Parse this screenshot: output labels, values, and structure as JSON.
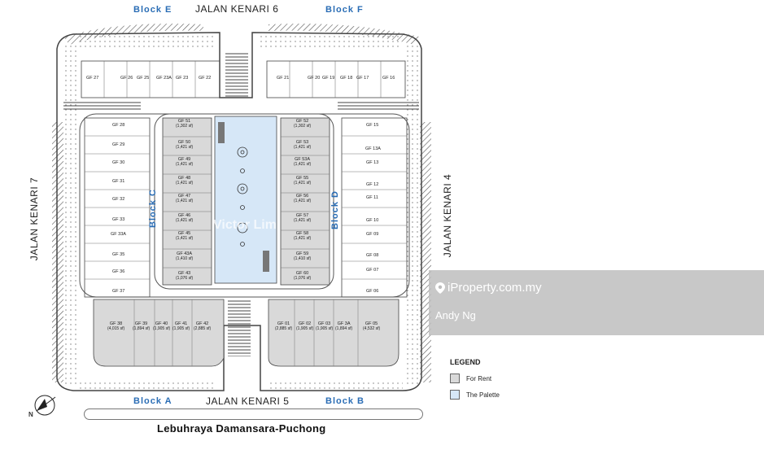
{
  "roads": {
    "north": "JALAN KENARI 6",
    "south": "JALAN KENARI 5",
    "west": "JALAN KENARI 7",
    "east": "JALAN KENARI 4",
    "highway": "Lebuhraya Damansara-Puchong"
  },
  "blocks": {
    "a": "Block A",
    "b": "Block B",
    "c": "Block C",
    "d": "Block D",
    "e": "Block E",
    "f": "Block F"
  },
  "north_arrow": "N",
  "legend": {
    "title": "LEGEND",
    "items": [
      {
        "label": "For Rent",
        "color": "#d9d9d9"
      },
      {
        "label": "The Palette",
        "color": "#d6e7f7"
      }
    ]
  },
  "watermark": {
    "brand": "iProperty.com.my",
    "agent": "Andy Ng",
    "center": "Victor Lim"
  },
  "units": {
    "top_left": [
      "GF 27",
      "GF 26",
      "GF 25",
      "GF 23A",
      "GF 23",
      "GF 22"
    ],
    "top_right": [
      "GF 21",
      "GF 20",
      "GF 19",
      "GF 18",
      "GF 17",
      "GF 16"
    ],
    "left_col": [
      "GF 28",
      "GF 29",
      "GF 30",
      "GF 31",
      "GF 32",
      "GF 33",
      "GF 33A",
      "GF 35",
      "GF 36",
      "GF 37"
    ],
    "right_col": [
      "GF 15",
      "GF 13A",
      "GF 13",
      "GF 12",
      "GF 11",
      "GF 10",
      "GF 09",
      "GF 08",
      "GF 07",
      "GF 06"
    ],
    "inner_left": [
      {
        "id": "GF 51",
        "sf": "(1,302 sf)"
      },
      {
        "id": "GF 50",
        "sf": "(1,421 sf)"
      },
      {
        "id": "GF 49",
        "sf": "(1,421 sf)"
      },
      {
        "id": "GF 48",
        "sf": "(1,421 sf)"
      },
      {
        "id": "GF 47",
        "sf": "(1,421 sf)"
      },
      {
        "id": "GF 46",
        "sf": "(1,421 sf)"
      },
      {
        "id": "GF 45",
        "sf": "(1,421 sf)"
      },
      {
        "id": "GF 43A",
        "sf": "(1,410 sf)"
      },
      {
        "id": "GF 43",
        "sf": "(1,076 sf)"
      }
    ],
    "inner_right": [
      {
        "id": "GF 52",
        "sf": "(1,302 sf)"
      },
      {
        "id": "GF 53",
        "sf": "(1,421 sf)"
      },
      {
        "id": "GF 53A",
        "sf": "(1,421 sf)"
      },
      {
        "id": "GF 55",
        "sf": "(1,421 sf)"
      },
      {
        "id": "GF 56",
        "sf": "(1,421 sf)"
      },
      {
        "id": "GF 57",
        "sf": "(1,421 sf)"
      },
      {
        "id": "GF 58",
        "sf": "(1,421 sf)"
      },
      {
        "id": "GF 59",
        "sf": "(1,410 sf)"
      },
      {
        "id": "GF 60",
        "sf": "(1,076 sf)"
      }
    ],
    "bottom_left": [
      {
        "id": "GF 38",
        "sf": "(4,015 sf)"
      },
      {
        "id": "GF 39",
        "sf": "(1,894 sf)"
      },
      {
        "id": "GF 40",
        "sf": "(1,905 sf)"
      },
      {
        "id": "GF 41",
        "sf": "(1,905 sf)"
      },
      {
        "id": "GF 42",
        "sf": "(2,885 sf)"
      }
    ],
    "bottom_right": [
      {
        "id": "GF 01",
        "sf": "(2,885 sf)"
      },
      {
        "id": "GF 02",
        "sf": "(1,905 sf)"
      },
      {
        "id": "GF 03",
        "sf": "(1,905 sf)"
      },
      {
        "id": "GF 3A",
        "sf": "(1,894 sf)"
      },
      {
        "id": "GF 05",
        "sf": "(4,532 sf)"
      }
    ]
  }
}
